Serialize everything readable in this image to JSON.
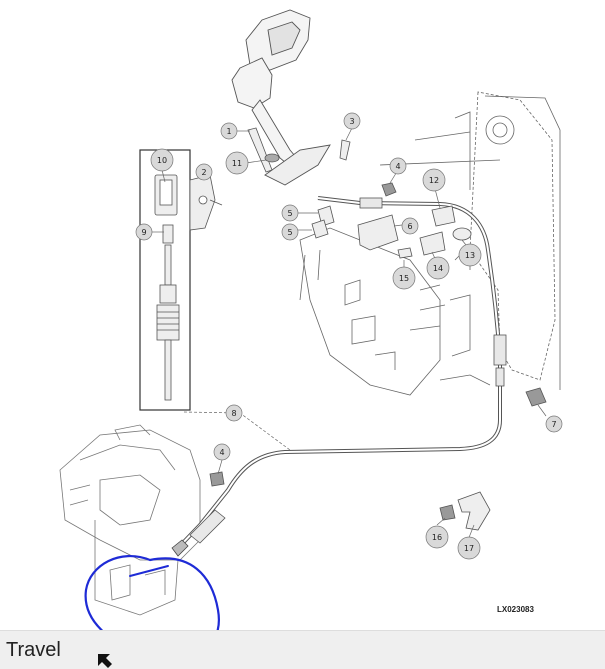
{
  "diagram": {
    "drawing_code": "LX023083",
    "callouts": [
      {
        "id": "c1",
        "label": "1"
      },
      {
        "id": "c2",
        "label": "2"
      },
      {
        "id": "c3",
        "label": "3"
      },
      {
        "id": "c4a",
        "label": "4"
      },
      {
        "id": "c4b",
        "label": "4"
      },
      {
        "id": "c5a",
        "label": "5"
      },
      {
        "id": "c5b",
        "label": "5"
      },
      {
        "id": "c6",
        "label": "6"
      },
      {
        "id": "c7",
        "label": "7"
      },
      {
        "id": "c8",
        "label": "8"
      },
      {
        "id": "c9",
        "label": "9"
      },
      {
        "id": "c10",
        "label": "10"
      },
      {
        "id": "c11",
        "label": "11"
      },
      {
        "id": "c12",
        "label": "12"
      },
      {
        "id": "c13",
        "label": "13"
      },
      {
        "id": "c14",
        "label": "14"
      },
      {
        "id": "c15",
        "label": "15"
      },
      {
        "id": "c16",
        "label": "16"
      },
      {
        "id": "c17",
        "label": "17"
      }
    ]
  },
  "caption": {
    "text": "Travel"
  },
  "colors": {
    "annotation": "#1e2bd6",
    "line_art": "#555555",
    "callout_fill": "#d9d9d9"
  }
}
